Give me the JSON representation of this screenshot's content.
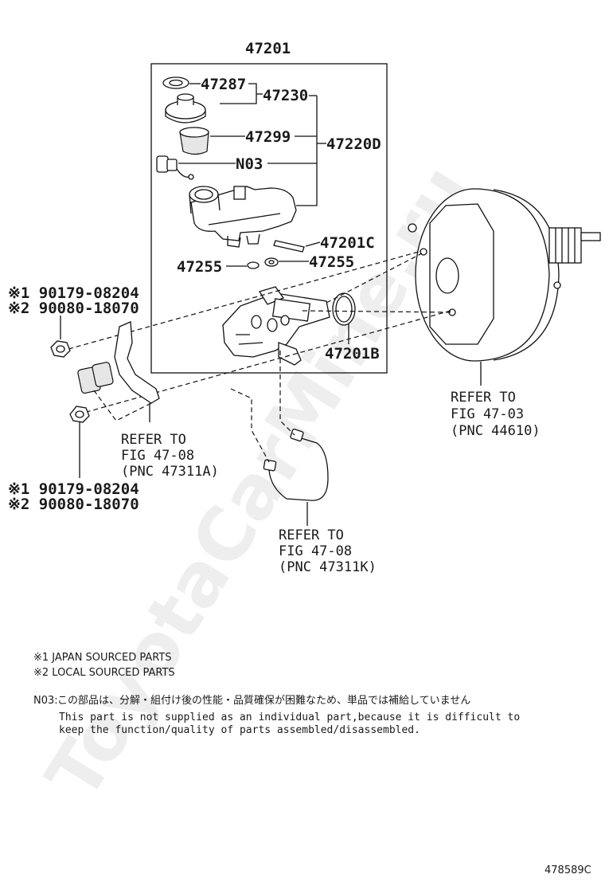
{
  "part_numbers": {
    "assembly": "47201",
    "gasket_ring": "47287",
    "cap": "47230",
    "strainer": "47299",
    "reservoir_set": "47220D",
    "sensor_note_ref": "N03",
    "pin": "47201C",
    "grommet_left": "47255",
    "grommet_right": "47255",
    "o_ring": "47201B"
  },
  "nuts": {
    "top": {
      "line1": "※1 90179-08204",
      "line2": "※2 90080-18070"
    },
    "bottom": {
      "line1": "※1 90179-08204",
      "line2": "※2 90080-18070"
    }
  },
  "references": {
    "booster": {
      "line1": "REFER TO",
      "line2": "FIG 47-03",
      "line3": "(PNC 44610)"
    },
    "bracket": {
      "line1": "REFER TO",
      "line2": "FIG 47-08",
      "line3": "(PNC 47311A)"
    },
    "tube": {
      "line1": "REFER TO",
      "line2": "FIG 47-08",
      "line3": "(PNC 47311K)"
    }
  },
  "legend": {
    "japan": "※1 JAPAN SOURCED PARTS",
    "local": "※2 LOCAL SOURCED PARTS"
  },
  "note": {
    "label": "N03:",
    "japanese": "この部品は、分解・組付け後の性能・品質確保が困難なため、単品では補給していません",
    "english_line1": "This part is not supplied as an individual part,because it is difficult to",
    "english_line2": "keep the function/quality of parts assembled/disassembled."
  },
  "watermark": "ToyotaCarMine.ru",
  "figure_id": "478589C"
}
